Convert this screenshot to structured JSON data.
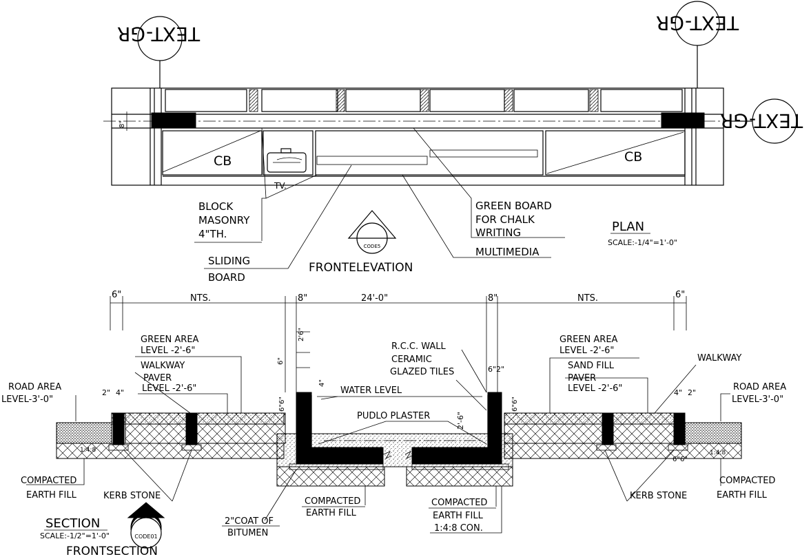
{
  "plan": {
    "tag_text": "TEXT-GR",
    "cupboard_label": "CB",
    "tv_label": "TV.",
    "block_masonry": [
      "BLOCK",
      "MASONRY",
      "4\"TH."
    ],
    "green_board": [
      "GREEN BOARD",
      "FOR CHALK",
      "WRITING"
    ],
    "multimedia": "MULTIMEDIA",
    "sliding_board": [
      "SLIDING",
      "BOARD"
    ],
    "dim_8": "8\"",
    "marker_code": "CODE5",
    "front_elevation": "FRONTELEVATION",
    "title": "PLAN",
    "scale": "SCALE:-1/4\"=1'-0\""
  },
  "section": {
    "dims": {
      "six_in": "6\"",
      "nts": "NTS.",
      "eight_in": "8\"",
      "span": "24'-0\"",
      "two_six": "2'6\"",
      "two_in": "2\"",
      "four_in": "4\"",
      "six_two": "6\"2\"",
      "six_six": "6\"6\"",
      "wall_depth": "2'-6\"",
      "mix": "1:4:8"
    },
    "road_area": [
      "ROAD AREA",
      "LEVEL-3'-0\""
    ],
    "green_area": [
      "GREEN AREA",
      "LEVEL -2'-6\""
    ],
    "walkway": "WALKWAY",
    "paver_left": [
      "PAVER",
      "LEVEL -2'-6\""
    ],
    "paver_right": [
      "PAVER",
      "LEVEL -2'-6\""
    ],
    "sand_fill": "SAND FILL",
    "rcc_wall": "R.C.C. WALL",
    "ceramic": [
      "CERAMIC",
      "GLAZED TILES"
    ],
    "water_level": "WATER LEVEL",
    "pudlo_plaster": "PUDLO PLASTER",
    "compacted_fill": [
      "COMPACTED",
      "EARTH FILL"
    ],
    "kerb_stone": "KERB STONE",
    "bitumen": [
      "2\"COAT OF",
      "BITUMEN"
    ],
    "compacted_con": [
      "COMPACTED",
      "EARTH FILL",
      "1:4:8 CON."
    ],
    "title": "SECTION",
    "scale": "SCALE:-1/2\"=1'-0\"",
    "marker_code": "CODE01",
    "front_section": "FRONTSECTION"
  }
}
